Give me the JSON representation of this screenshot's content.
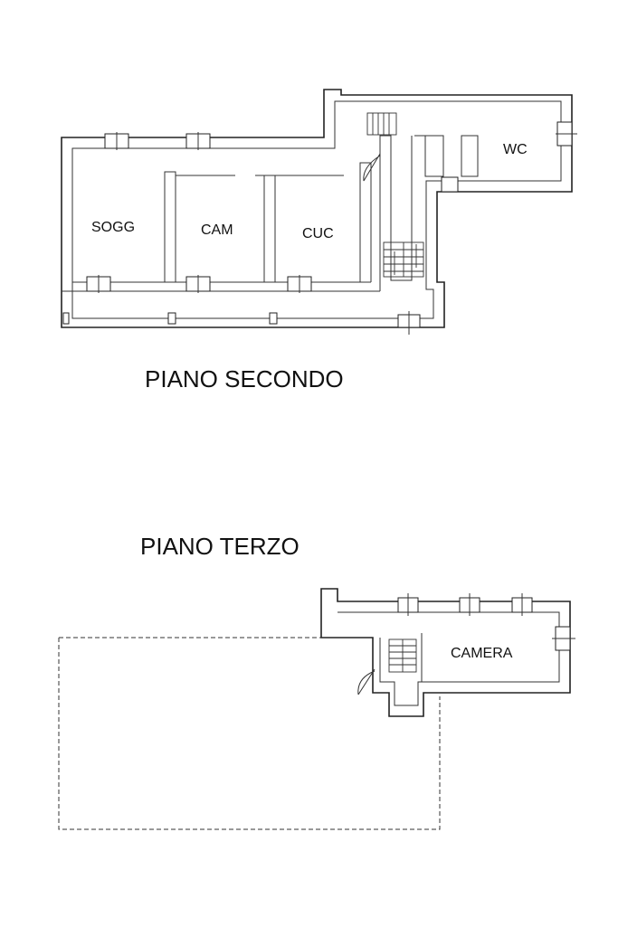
{
  "floors": [
    {
      "title": "PIANO SECONDO",
      "rooms": [
        "SOGG",
        "CAM",
        "CUC",
        "WC"
      ]
    },
    {
      "title": "PIANO TERZO",
      "rooms": [
        "CAMERA"
      ]
    }
  ]
}
